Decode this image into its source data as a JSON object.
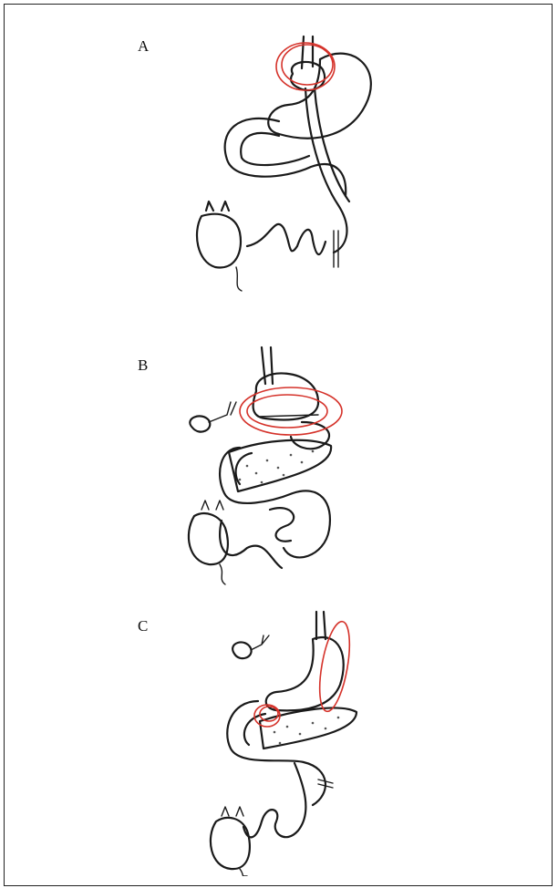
{
  "figure": {
    "panels": [
      {
        "label": "A",
        "annotation_color": "#d5322a"
      },
      {
        "label": "B",
        "annotation_color": "#d5322a"
      },
      {
        "label": "C",
        "annotation_color": "#d5322a"
      }
    ]
  }
}
